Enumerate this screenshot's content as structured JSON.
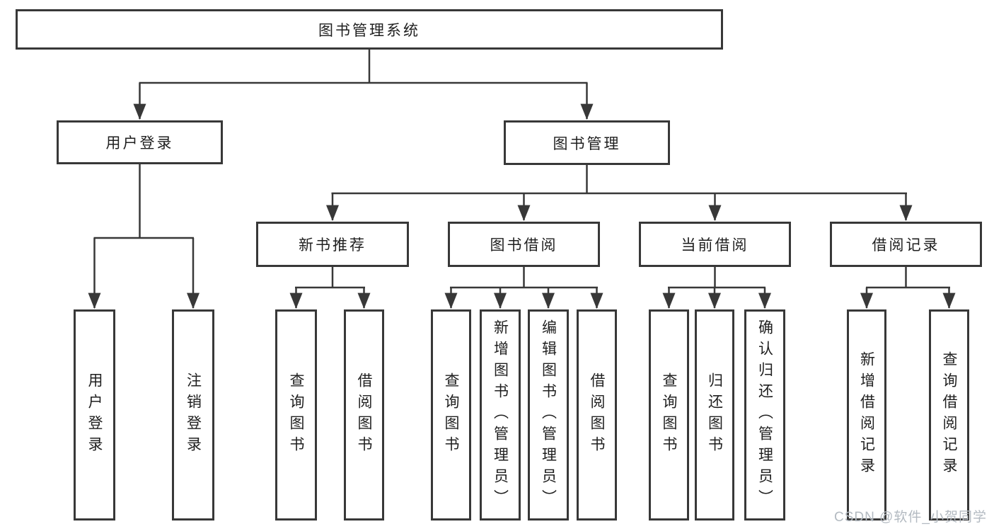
{
  "watermark": "CSDN @软件_小贺同学",
  "colors": {
    "line": "#383838",
    "text": "#1f1f1f",
    "watermark": "#b3bac1",
    "background": "#ffffff"
  },
  "tree": {
    "root": {
      "label": "图书管理系统"
    },
    "branches": [
      {
        "label": "用户登录",
        "children": [
          {
            "label": "用户登录"
          },
          {
            "label": "注销登录"
          }
        ]
      },
      {
        "label": "图书管理",
        "children": [
          {
            "label": "新书推荐",
            "children": [
              {
                "label": "查询图书"
              },
              {
                "label": "借阅图书"
              }
            ]
          },
          {
            "label": "图书借阅",
            "children": [
              {
                "label": "查询图书"
              },
              {
                "label": "新增图书（管理员）"
              },
              {
                "label": "编辑图书（管理员）"
              },
              {
                "label": "借阅图书"
              }
            ]
          },
          {
            "label": "当前借阅",
            "children": [
              {
                "label": "查询图书"
              },
              {
                "label": "归还图书"
              },
              {
                "label": "确认归还（管理员）"
              }
            ]
          },
          {
            "label": "借阅记录",
            "children": [
              {
                "label": "新增借阅记录"
              },
              {
                "label": "查询借阅记录"
              }
            ]
          }
        ]
      }
    ]
  }
}
